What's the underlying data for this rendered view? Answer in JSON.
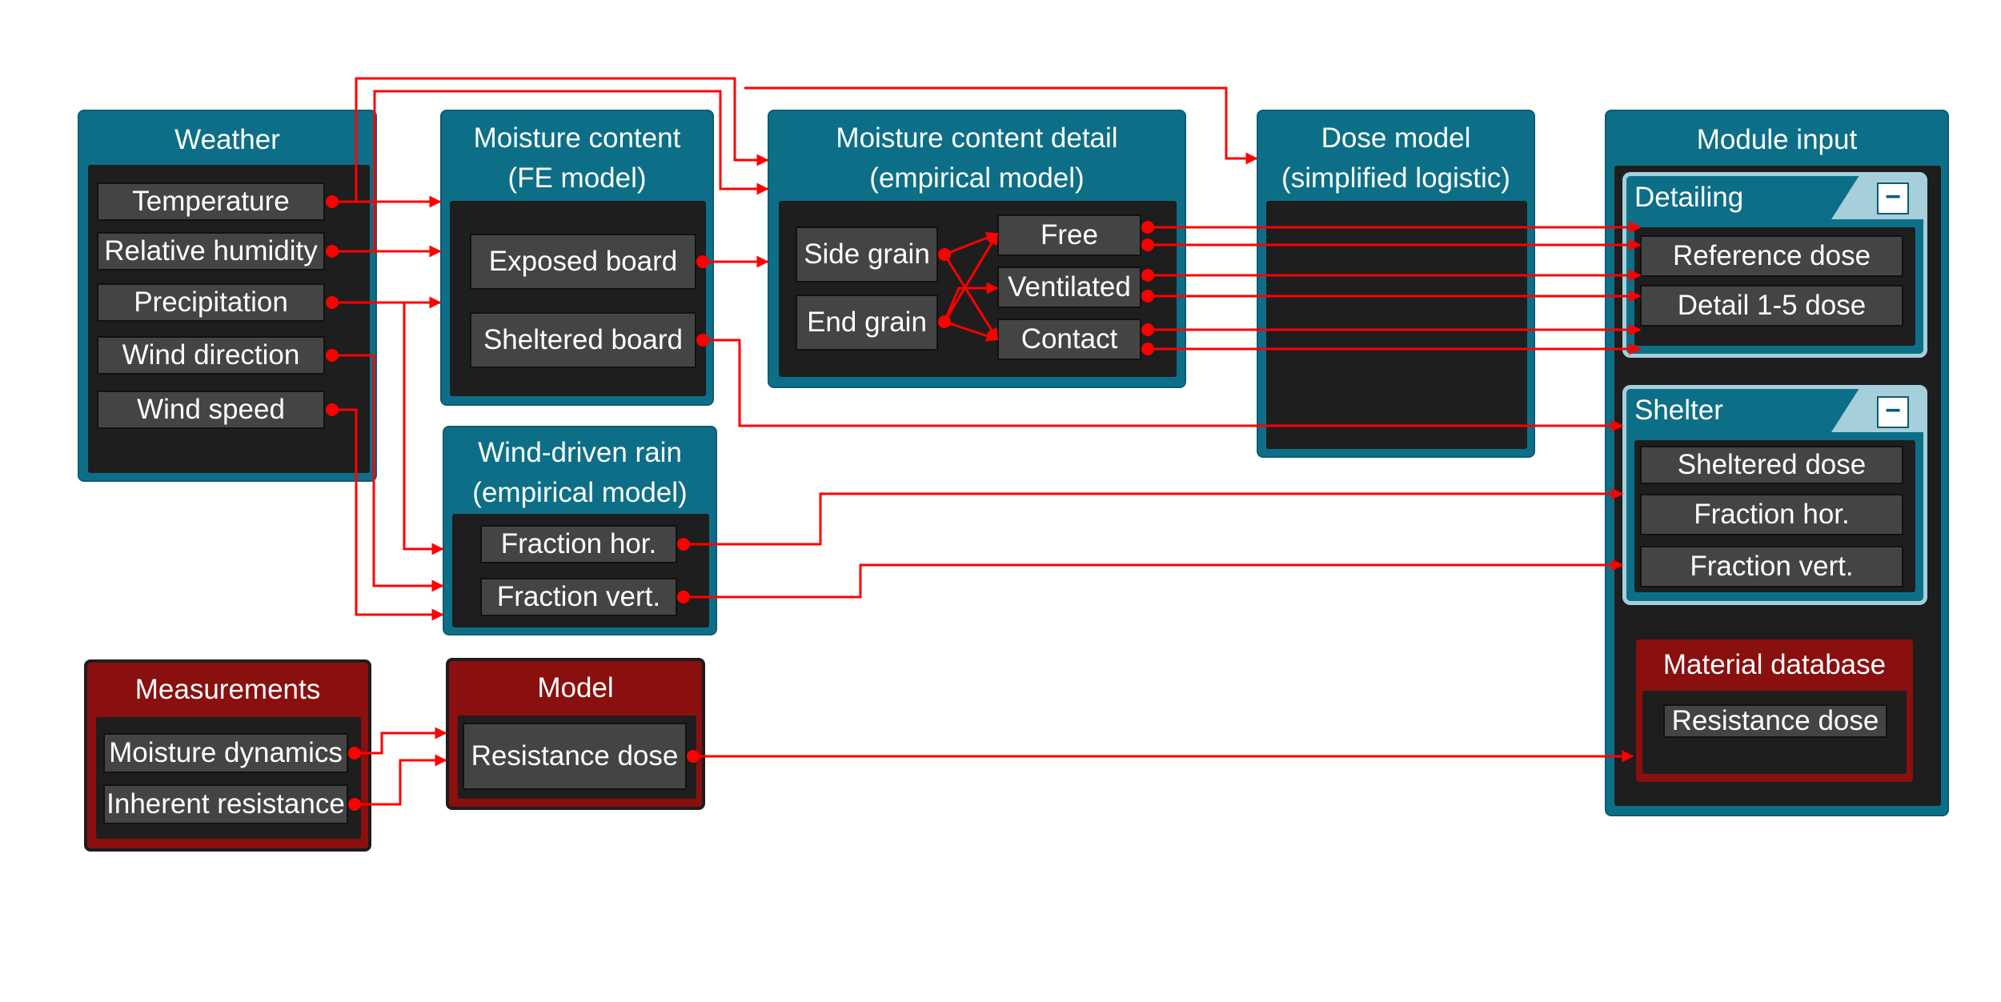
{
  "weather": {
    "title": "Weather",
    "items": [
      "Temperature",
      "Relative humidity",
      "Precipitation",
      "Wind direction",
      "Wind speed"
    ]
  },
  "fe_model": {
    "title1": "Moisture content",
    "title2": "(FE model)",
    "items": [
      "Exposed board",
      "Sheltered board"
    ]
  },
  "mc_detail": {
    "title1": "Moisture content detail",
    "title2": "(empirical model)",
    "left": [
      "Side grain",
      "End grain"
    ],
    "right": [
      "Free",
      "Ventilated",
      "Contact"
    ]
  },
  "dose_model": {
    "title1": "Dose model",
    "title2": "(simplified logistic)"
  },
  "module_input": {
    "title": "Module input",
    "detailing": {
      "title": "Detailing",
      "collapse": "−",
      "items": [
        "Reference dose",
        "Detail 1-5 dose"
      ]
    },
    "shelter": {
      "title": "Shelter",
      "collapse": "−",
      "items": [
        "Sheltered dose",
        "Fraction hor.",
        "Fraction vert."
      ]
    },
    "material": {
      "title": "Material database",
      "items": [
        "Resistance dose"
      ]
    }
  },
  "wdr": {
    "title1": "Wind-driven rain",
    "title2": "(empirical model)",
    "items": [
      "Fraction hor.",
      "Fraction vert."
    ]
  },
  "measurements": {
    "title": "Measurements",
    "items": [
      "Moisture dynamics",
      "Inherent resistance"
    ]
  },
  "model": {
    "title": "Model",
    "items": [
      "Resistance dose"
    ]
  },
  "colors": {
    "teal": "#0d6f87",
    "dark_red": "#8a0f0f",
    "wire": "#ff0000",
    "item": "#444444",
    "inner": "#1e1e1e",
    "light_blue": "#a6cfdb"
  }
}
